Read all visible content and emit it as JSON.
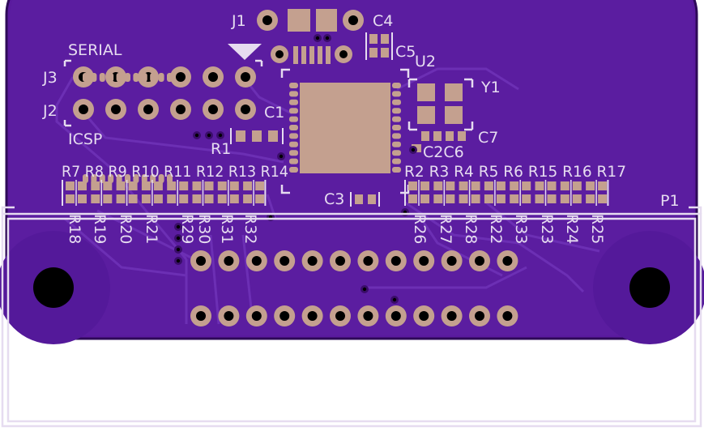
{
  "colors": {
    "board": "#5a1a9e",
    "board_edge": "#3d1070",
    "trace": "#6a2bb0",
    "pad": "#c4a08f",
    "silk": "#e6dcf0",
    "drill": "#000000"
  },
  "labels": {
    "j1": "J1",
    "c4": "C4",
    "c5": "C5",
    "u2": "U2",
    "y1": "Y1",
    "serial": "SERIAL",
    "j3": "J3",
    "j2": "J2",
    "icsp": "ICSP",
    "c1": "C1",
    "r1": "R1",
    "c7": "C7",
    "c2c6": "C2C6",
    "c3": "C3",
    "p1": "P1",
    "top_left_row": "R7 R8 R9 R10 R11 R12 R13 R14",
    "top_right_row": "R2 R3 R4 R5 R6 R15 R16 R17",
    "r18": "R18",
    "r19": "R19",
    "r20": "R20",
    "r21": "R21",
    "r29": "R29",
    "r30": "R30",
    "r31": "R31",
    "r32": "R32",
    "r26": "R26",
    "r27": "R27",
    "r28": "R28",
    "r22": "R22",
    "r33": "R33",
    "r23": "R23",
    "r24": "R24",
    "r25": "R25"
  }
}
